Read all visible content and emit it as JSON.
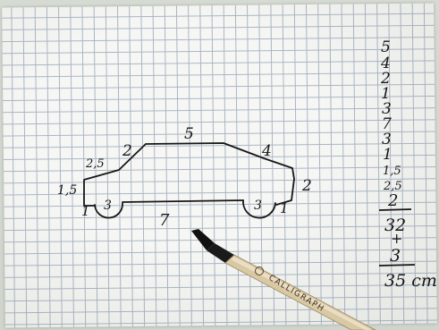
{
  "car_measurements": {
    "roof": "5",
    "windshield": "4",
    "rear_window": "2",
    "trunk": "2,5",
    "rear_height": "1,5",
    "front_height": "2",
    "wheelbase": "7",
    "rear_overhang": "1",
    "rear_wheel": "3",
    "front_wheel": "3",
    "front_overhang": "1"
  },
  "sum_column": {
    "addends": [
      "5",
      "4",
      "2",
      "1",
      "3",
      "7",
      "3",
      "1",
      "1,5",
      "2,5",
      "2"
    ],
    "subtotal": "32",
    "plus": "+",
    "extra": "3",
    "total": "35 cm"
  },
  "pen": {
    "brand_text": "CALLIGRAPH",
    "barrel_color": "#d8c8a4",
    "cap_color": "#1a1a1a"
  },
  "colors": {
    "ink": "#151515",
    "grid": "#a9b4c4",
    "paper": "#f6f7f4"
  }
}
